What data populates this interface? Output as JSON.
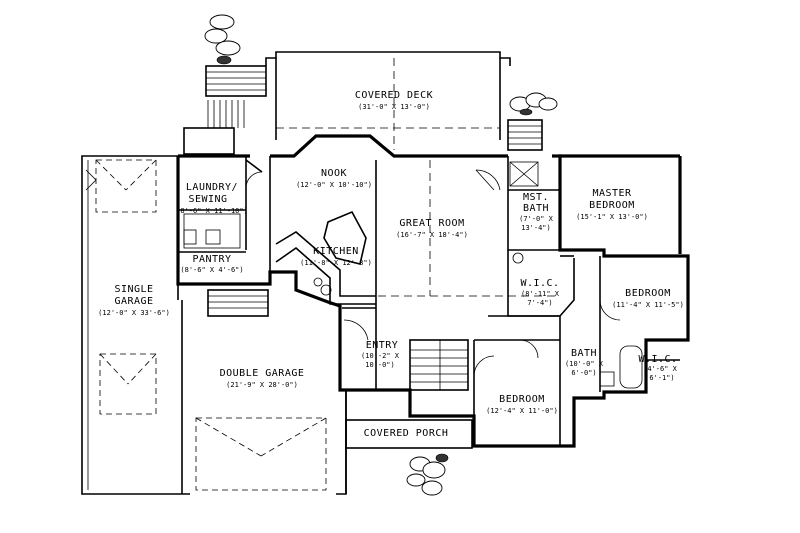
{
  "rooms": {
    "covered_deck": {
      "name": "COVERED DECK",
      "dim": "(31'-0\" X 13'-0\")"
    },
    "nook": {
      "name": "NOOK",
      "dim": "(12'-0\" X 10'-10\")"
    },
    "laundry": {
      "name1": "LAUNDRY/",
      "name2": "SEWING",
      "dim": "(8'-6\" X 11'-10\")"
    },
    "pantry": {
      "name": "PANTRY",
      "dim": "(8'-6\" X 4'-6\")"
    },
    "kitchen": {
      "name": "KITCHEN",
      "dim": "(11'-8\" X 12'-8\")"
    },
    "great_room": {
      "name": "GREAT ROOM",
      "dim": "(16'-7\" X 18'-4\")"
    },
    "mst_bath": {
      "name1": "MST.",
      "name2": "BATH",
      "dim1": "(7'-0\" X",
      "dim2": "13'-4\")"
    },
    "master_bedroom": {
      "name1": "MASTER",
      "name2": "BEDROOM",
      "dim": "(15'-1\" X 13'-0\")"
    },
    "wic_master": {
      "name": "W.I.C.",
      "dim1": "(8'-11\" X",
      "dim2": "7'-4\")"
    },
    "bedroom_east": {
      "name": "BEDROOM",
      "dim": "(11'-4\" X 11'-5\")"
    },
    "single_garage": {
      "name1": "SINGLE",
      "name2": "GARAGE",
      "dim": "(12'-0\" X 33'-6\")"
    },
    "double_garage": {
      "name": "DOUBLE GARAGE",
      "dim": "(21'-9\" X 28'-0\")"
    },
    "entry": {
      "name": "ENTRY",
      "dim1": "(10'-2\" X",
      "dim2": "10'-0\")"
    },
    "bath": {
      "name": "BATH",
      "dim1": "(10'-0\" X",
      "dim2": "6'-0\")"
    },
    "wic_small": {
      "name": "W.I.C.",
      "dim1": "(4'-6\" X",
      "dim2": "6'-1\")"
    },
    "bedroom_south": {
      "name": "BEDROOM",
      "dim": "(12'-4\" X 11'-0\")"
    },
    "covered_porch": {
      "name": "COVERED PORCH"
    }
  }
}
